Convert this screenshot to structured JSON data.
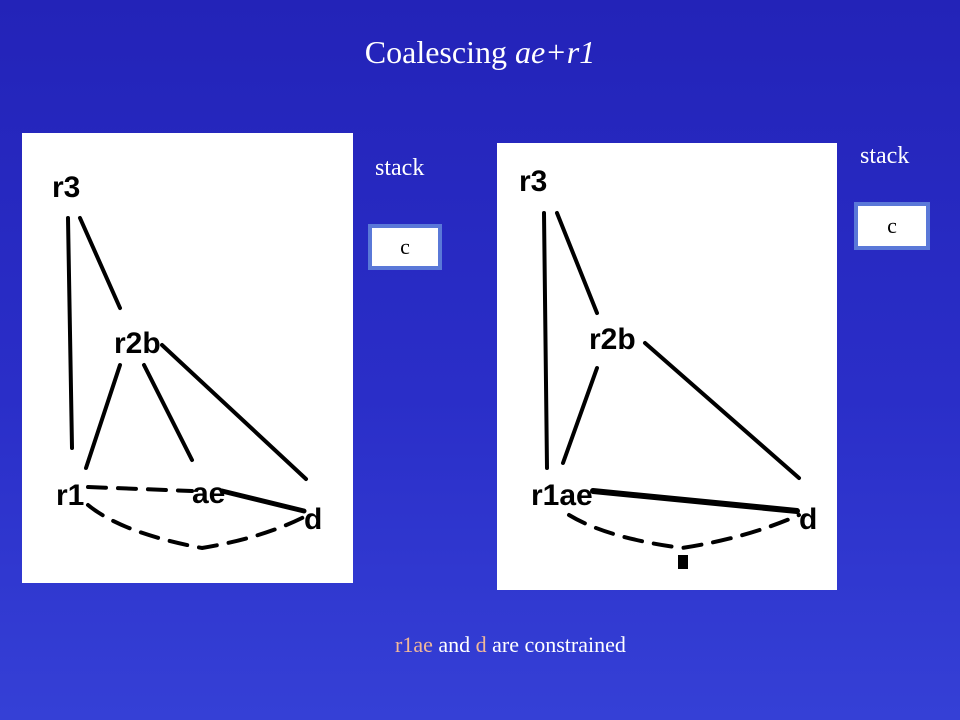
{
  "title": {
    "main": "Coalescing",
    "sub": "ae+r1"
  },
  "left": {
    "stack_label": "stack",
    "stack_item": "c",
    "nodes": {
      "r3": "r3",
      "r2b": "r2b",
      "r1": "r1",
      "ae": "ae",
      "d": "d"
    }
  },
  "right": {
    "stack_label": "stack",
    "stack_item": "c",
    "nodes": {
      "r3": "r3",
      "r2b": "r2b",
      "r1ae": "r1ae",
      "d": "d"
    }
  },
  "caption": {
    "part1": "r1ae",
    "part2": " and ",
    "part3": "d",
    "part4": " are constrained"
  },
  "colors": {
    "background": "#2a2ec8",
    "highlight": "#f0b89a",
    "box_border": "#5a78d8"
  }
}
